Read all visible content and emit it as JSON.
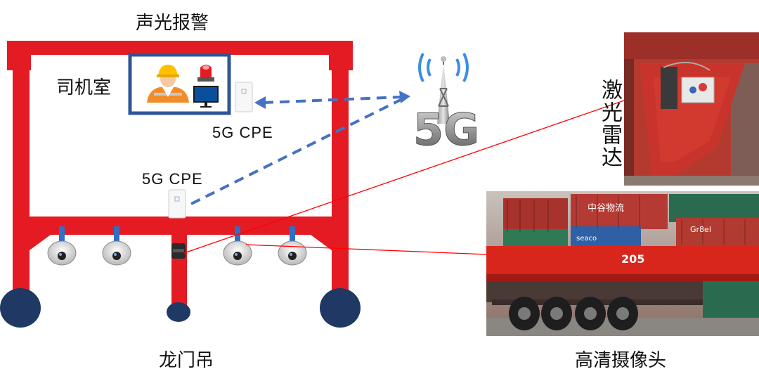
{
  "labels": {
    "alarm": "声光报警",
    "cab": "司机室",
    "cpe_cab": "5G CPE",
    "cpe_main": "5G CPE",
    "tower_text": "5G",
    "gantry": "龙门吊",
    "lidar": "激光雷达",
    "hd_camera": "高清摄像头",
    "trailer_number": "205",
    "container_text_1": "中谷物流",
    "container_text_2": "seaco",
    "container_text_3": "Gr8el"
  },
  "colors": {
    "frame": "#e41b23",
    "wheel": "#1f3864",
    "cab_border": "#2f5597",
    "link_dash": "#4472c4",
    "pointer_line": "#ff0000"
  },
  "icons": [
    "worker-icon",
    "alarm-light-icon",
    "monitor-icon",
    "router-icon",
    "dome-camera-icon",
    "lidar-sensor-icon",
    "5g-tower-icon"
  ]
}
